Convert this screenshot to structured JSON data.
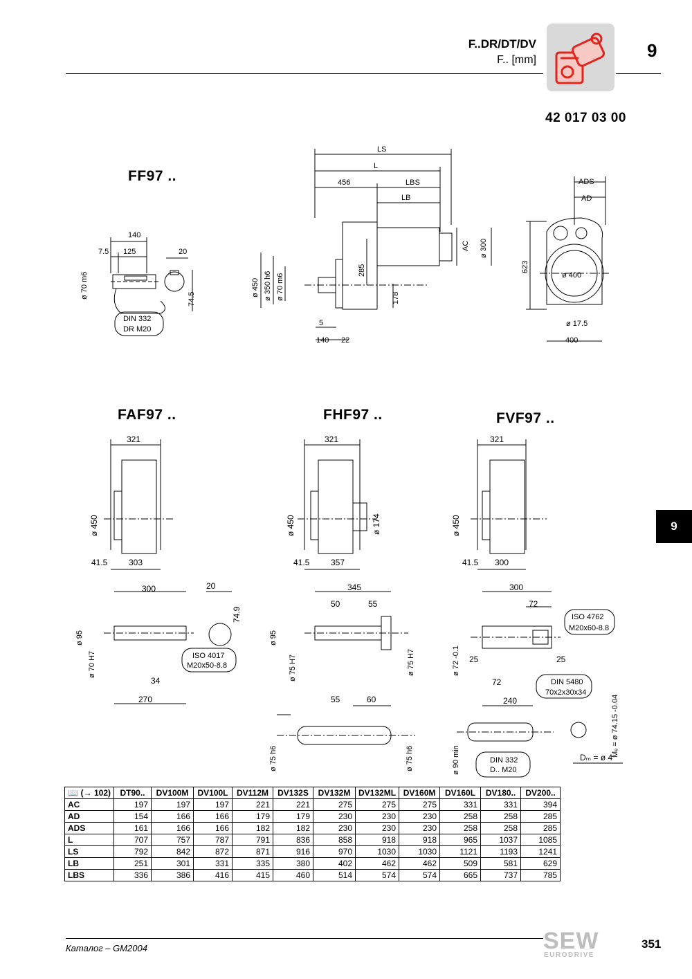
{
  "header": {
    "title": "F..DR/DT/DV",
    "subtitle": "F.. [mm]",
    "chapter": "9",
    "drawing_number": "42 017 03 00",
    "side_tab": "9"
  },
  "colors": {
    "gearmotor_accent": "#e0261c",
    "icon_background": "#d9d9d9",
    "brand_logo": "#bdbdbd"
  },
  "icons": {
    "gearmotor": "gear-unit-icon",
    "catalog": "book-icon"
  },
  "views": {
    "ff97": {
      "title": "FF97 ..",
      "dims": {
        "shaft_len": "140",
        "shaft_key": "125",
        "shaft_off": "7.5",
        "key_w": "20",
        "key_h": "74.5",
        "shaft_dia": "ø 70 m6",
        "din_note": "DIN 332",
        "din_thread": "DR M20",
        "ls": "LS",
        "l": "L",
        "d456": "456",
        "lbs": "LBS",
        "lb": "LB",
        "ac": "AC",
        "d300": "ø 300",
        "d450": "ø 450",
        "d350": "ø 350 h6",
        "d70": "ø 70 m6",
        "d285": "285",
        "d178": "178",
        "d5": "5",
        "d140": "140",
        "d22": "22",
        "ads": "ADS",
        "ad": "AD",
        "d623": "623",
        "d400c": "ø 400",
        "d175": "ø 17.5",
        "d400": "400"
      }
    },
    "faf97": {
      "title": "FAF97 ..",
      "dims": {
        "w321": "321",
        "d450": "ø 450",
        "d415": "41.5",
        "d303": "303",
        "d300": "300",
        "d20": "20",
        "d749": "74.9",
        "d95": "ø 95",
        "d70": "ø 70 H7",
        "d34": "34",
        "d270": "270",
        "iso": "ISO 4017",
        "iso_thread": "M20x50-8.8"
      }
    },
    "fhf97": {
      "title": "FHF97 ..",
      "dims": {
        "w321": "321",
        "d450": "ø 450",
        "d174": "ø 174",
        "d415": "41.5",
        "d357": "357",
        "d345": "345",
        "d50": "50",
        "d55": "55",
        "d95": "ø 95",
        "d75a": "ø 75 H7",
        "d75b": "ø 75 H7",
        "d55b": "55",
        "d60": "60",
        "d75c": "ø 75 h6",
        "d75d": "ø 75 h6"
      }
    },
    "fvf97": {
      "title": "FVF97 ..",
      "dims": {
        "w321": "321",
        "d450": "ø 450",
        "d415": "41.5",
        "d300": "300",
        "d300b": "300",
        "d72a": "72",
        "iso": "ISO 4762",
        "iso_thread": "M20x60-8.8",
        "d72h": "ø 72 -0.1",
        "d25a": "25",
        "d25b": "25",
        "d72b": "72",
        "din5480": "DIN 5480",
        "din5480b": "70x2x30x34",
        "d240": "240",
        "me": "Mₑ = ø 74.15 -0.04",
        "d90": "ø 90 min",
        "din332": "DIN 332",
        "din332b": "D.. M20",
        "dm": "Dₘ = ø 4"
      }
    }
  },
  "table": {
    "corner": "(→ 102)",
    "columns": [
      "DT90..",
      "DV100M",
      "DV100L",
      "DV112M",
      "DV132S",
      "DV132M",
      "DV132ML",
      "DV160M",
      "DV160L",
      "DV180..",
      "DV200.."
    ],
    "rows": [
      {
        "label": "AC",
        "values": [
          "197",
          "197",
          "197",
          "221",
          "221",
          "275",
          "275",
          "275",
          "331",
          "331",
          "394"
        ]
      },
      {
        "label": "AD",
        "values": [
          "154",
          "166",
          "166",
          "179",
          "179",
          "230",
          "230",
          "230",
          "258",
          "258",
          "285"
        ]
      },
      {
        "label": "ADS",
        "values": [
          "161",
          "166",
          "166",
          "182",
          "182",
          "230",
          "230",
          "230",
          "258",
          "258",
          "285"
        ]
      },
      {
        "label": "L",
        "values": [
          "707",
          "757",
          "787",
          "791",
          "836",
          "858",
          "918",
          "918",
          "965",
          "1037",
          "1085"
        ]
      },
      {
        "label": "LS",
        "values": [
          "792",
          "842",
          "872",
          "871",
          "916",
          "970",
          "1030",
          "1030",
          "1121",
          "1193",
          "1241"
        ]
      },
      {
        "label": "LB",
        "values": [
          "251",
          "301",
          "331",
          "335",
          "380",
          "402",
          "462",
          "462",
          "509",
          "581",
          "629"
        ]
      },
      {
        "label": "LBS",
        "values": [
          "336",
          "386",
          "416",
          "415",
          "460",
          "514",
          "574",
          "574",
          "665",
          "737",
          "785"
        ]
      }
    ]
  },
  "footer": {
    "catalog": "Каталог – GM2004",
    "page": "351",
    "brand": "SEW",
    "brand_sub": "EURODRIVE"
  }
}
